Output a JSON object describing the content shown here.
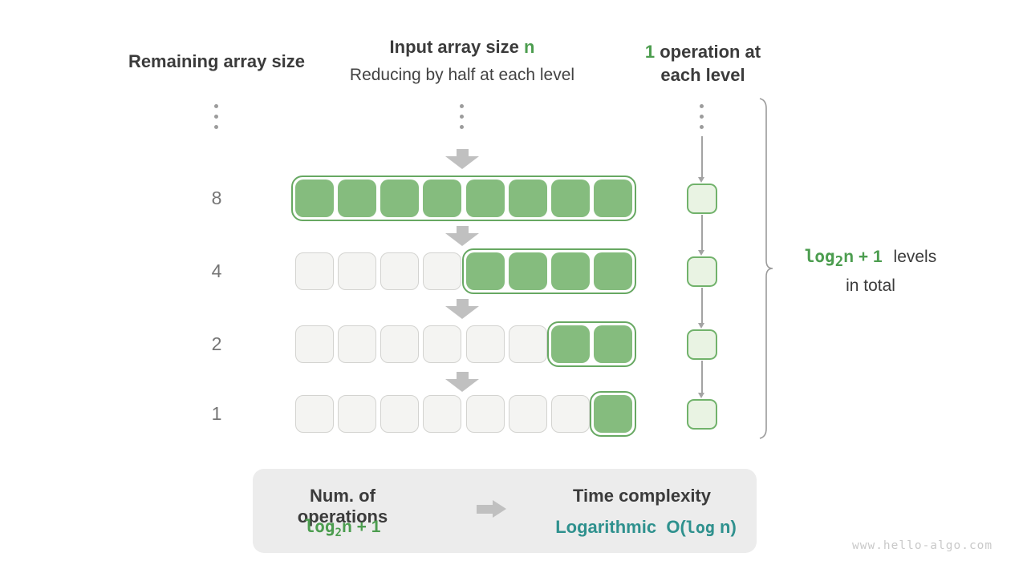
{
  "headers": {
    "remaining": "Remaining array size",
    "input_prefix": "Input array size ",
    "input_n": "n",
    "input_subtitle": "Reducing by half at each level",
    "ops_num": "1",
    "ops_line1_rest": " operation at",
    "ops_line2": "each level"
  },
  "rows": [
    {
      "label": "8",
      "total": 8,
      "active": 8
    },
    {
      "label": "4",
      "total": 8,
      "active": 4
    },
    {
      "label": "2",
      "total": 8,
      "active": 2
    },
    {
      "label": "1",
      "total": 8,
      "active": 1
    }
  ],
  "levels_annotation": {
    "formula_log": "log",
    "formula_sub": "2",
    "formula_rest": "n + 1",
    "line1_rest": "levels",
    "line2": "in total"
  },
  "summary": {
    "left_title": "Num. of operations",
    "left_formula_log": "log",
    "left_formula_sub": "2",
    "left_formula_rest": "n + 1",
    "right_title": "Time complexity",
    "right_name": "Logarithmic",
    "right_o_open": "O(",
    "right_o_log": "log",
    "right_o_close": " n)"
  },
  "watermark": "www.hello-algo.com",
  "colors": {
    "green_text": "#4C9D4F",
    "teal_text": "#2F918E",
    "cell_green": "#85BC7E",
    "cell_green_border": "#67A862",
    "cell_gray": "#F4F4F2",
    "cell_gray_border": "#D3D3D0",
    "ops_box_fill": "#E9F3E3",
    "ops_box_border": "#71B26B",
    "arrow_gray": "#C0C0C0",
    "line_gray": "#A3A3A3",
    "text_dark": "#3B3B3B",
    "text_mid": "#424242",
    "label_gray": "#757575",
    "box_bg": "#ECECEC",
    "watermark": "#C9C9C9",
    "brace": "#9B9B9B"
  }
}
